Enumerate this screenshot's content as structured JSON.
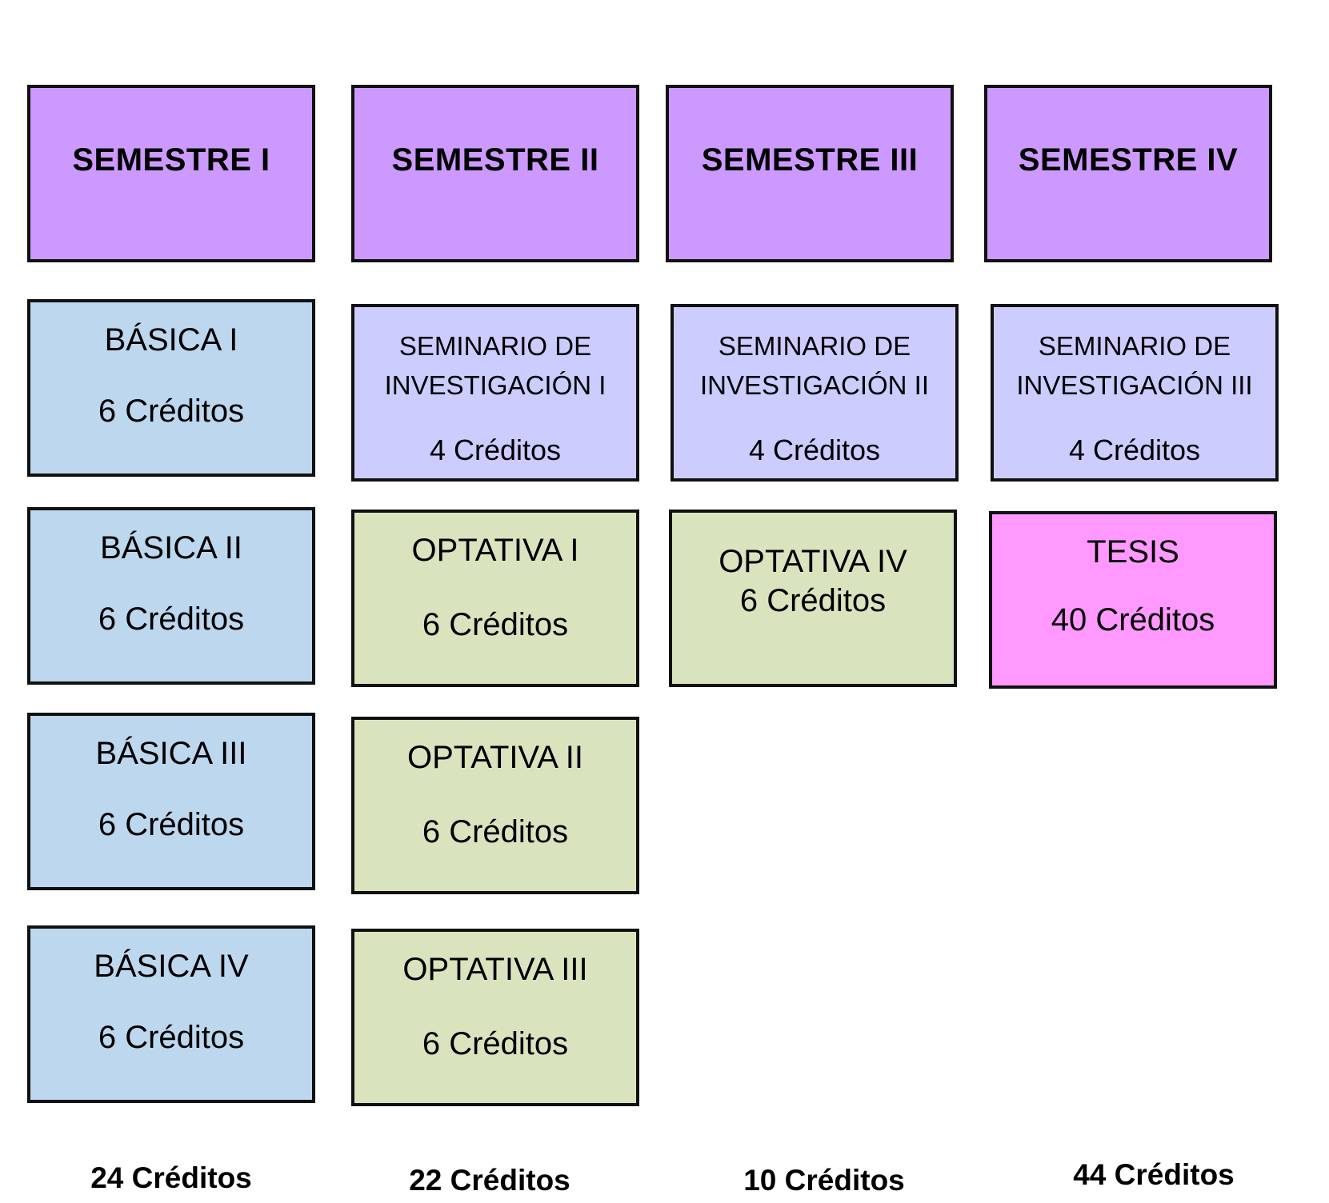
{
  "colors": {
    "semester_header": "#cc99ff",
    "basica": "#bdd7ee",
    "seminario": "#ccccff",
    "optativa": "#d9e4bf",
    "tesis": "#ff99ff",
    "border": "#111111"
  },
  "semesters": [
    {
      "title": "SEMESTRE I",
      "total": "24 Créditos",
      "courses": [
        {
          "name": "BÁSICA I",
          "credits": "6 Créditos"
        },
        {
          "name": "BÁSICA II",
          "credits": "6 Créditos"
        },
        {
          "name": "BÁSICA III",
          "credits": "6 Créditos"
        },
        {
          "name": "BÁSICA IV",
          "credits": "6 Créditos"
        }
      ]
    },
    {
      "title": "SEMESTRE II",
      "total": "22 Créditos",
      "courses": [
        {
          "name_line1": "SEMINARIO DE",
          "name_line2": "INVESTIGACIÓN I",
          "credits": "4 Créditos"
        },
        {
          "name": "OPTATIVA I",
          "credits": "6 Créditos"
        },
        {
          "name": "OPTATIVA II",
          "credits": "6 Créditos"
        },
        {
          "name": "OPTATIVA III",
          "credits": "6 Créditos"
        }
      ]
    },
    {
      "title": "SEMESTRE III",
      "total": "10 Créditos",
      "courses": [
        {
          "name_line1": "SEMINARIO DE",
          "name_line2": "INVESTIGACIÓN II",
          "credits": "4 Créditos"
        },
        {
          "name": "OPTATIVA IV",
          "credits": "6 Créditos"
        }
      ]
    },
    {
      "title": "SEMESTRE IV",
      "total": "44 Créditos",
      "courses": [
        {
          "name_line1": "SEMINARIO DE",
          "name_line2": "INVESTIGACIÓN III",
          "credits": "4 Créditos"
        },
        {
          "name": "TESIS",
          "credits": "40 Créditos"
        }
      ]
    }
  ]
}
